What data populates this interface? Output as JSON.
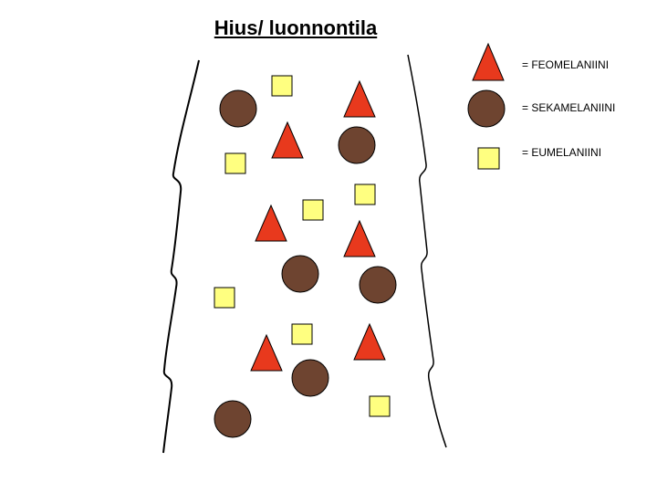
{
  "title": "Hius/ luonnontila",
  "colors": {
    "triangle_fill": "#e8391d",
    "circle_fill": "#6e4430",
    "square_fill": "#ffff80",
    "outline": "#000000"
  },
  "legend": [
    {
      "shape": "triangle",
      "icon": "red-triangle",
      "label": "= FEOMELANIINI"
    },
    {
      "shape": "circle",
      "icon": "brown-circle",
      "label": "= SEKAMELANIINI"
    },
    {
      "shape": "square",
      "icon": "yellow-square",
      "label": "= EUMELANIINI"
    }
  ]
}
